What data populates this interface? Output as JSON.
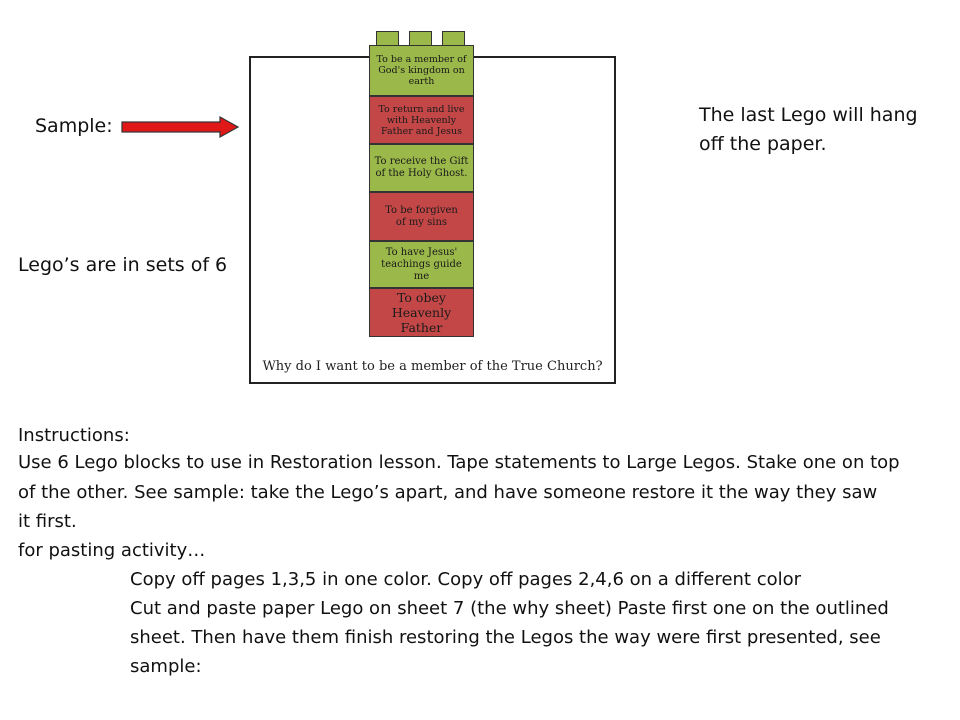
{
  "sample_label": "Sample:",
  "sets_note": "Lego’s are in sets of 6",
  "hang_note": {
    "line1": "The last Lego will hang",
    "line2": "off the paper."
  },
  "paper_question": "Why do I want to be a member of the True Church?",
  "lego_blocks": [
    {
      "color": "green",
      "lines": [
        "To be a member of",
        "God's kingdom on",
        "earth"
      ]
    },
    {
      "color": "red",
      "lines": [
        "To return and live",
        "with Heavenly",
        "Father and Jesus"
      ]
    },
    {
      "color": "green",
      "lines": [
        "To receive the Gift",
        "of the Holy Ghost."
      ]
    },
    {
      "color": "red",
      "lines": [
        "To be forgiven",
        "of my sins"
      ]
    },
    {
      "color": "green",
      "lines": [
        "To have Jesus'",
        "teachings guide",
        "me"
      ]
    },
    {
      "color": "red",
      "lines": [
        "To obey",
        "Heavenly",
        "Father"
      ]
    }
  ],
  "instructions": {
    "heading": "Instructions:",
    "line1": "Use 6 Lego blocks to use in Restoration lesson. Tape statements to Large Legos. Stake one on top",
    "line2": "of the other. See sample:  take the Lego’s apart, and have someone restore it the way they saw",
    "line3": "it  first.",
    "line4": " for pasting activity…",
    "line5": "Copy off pages 1,3,5 in one color. Copy off pages 2,4,6 on a different color",
    "line6": "Cut and paste paper Lego on sheet 7 (the why sheet) Paste first one on the outlined",
    "line7": " sheet. Then have them finish restoring the Legos the way were first presented, see",
    "line8": " sample:"
  },
  "colors": {
    "lego_green": "#9bb84a",
    "lego_red": "#c44747",
    "arrow_red": "#e01818"
  }
}
